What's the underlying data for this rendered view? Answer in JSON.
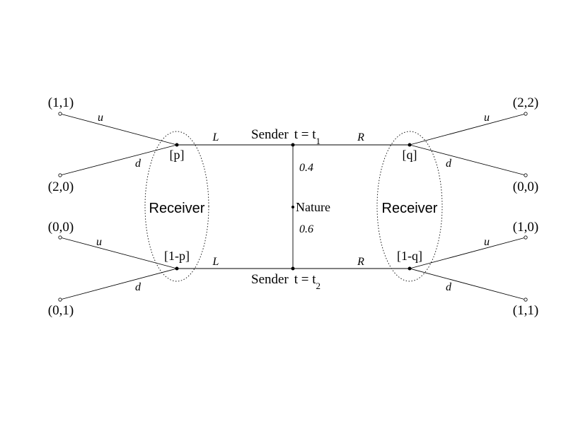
{
  "payoffs": {
    "top_left_up": "(1,1)",
    "top_left_down": "(2,0)",
    "bottom_left_up": "(0,0)",
    "bottom_left_down": "(0,1)",
    "top_right_up": "(2,2)",
    "top_right_down": "(0,0)",
    "bottom_right_up": "(1,0)",
    "bottom_right_down": "(1,1)"
  },
  "actions": {
    "receiver_up": "u",
    "receiver_down": "d",
    "sender_left": "L",
    "sender_right": "R"
  },
  "beliefs": {
    "left_top": "[p]",
    "left_bottom": "[1-p]",
    "right_top": "[q]",
    "right_bottom": "[1-q]"
  },
  "sender": {
    "label": "Sender",
    "type_prefix": "t = t",
    "type1_sub": "1",
    "type2_sub": "2"
  },
  "nature": {
    "label": "Nature",
    "prob_t1": "0.4",
    "prob_t2": "0.6"
  },
  "receiver": {
    "left_label": "Receiver",
    "right_label": "Receiver"
  }
}
